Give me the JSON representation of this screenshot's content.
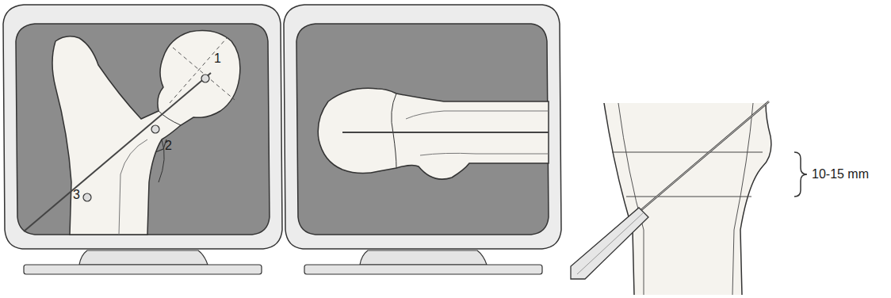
{
  "diagram": {
    "labels": [
      "1",
      "2",
      "3",
      "10-15 mm"
    ]
  }
}
